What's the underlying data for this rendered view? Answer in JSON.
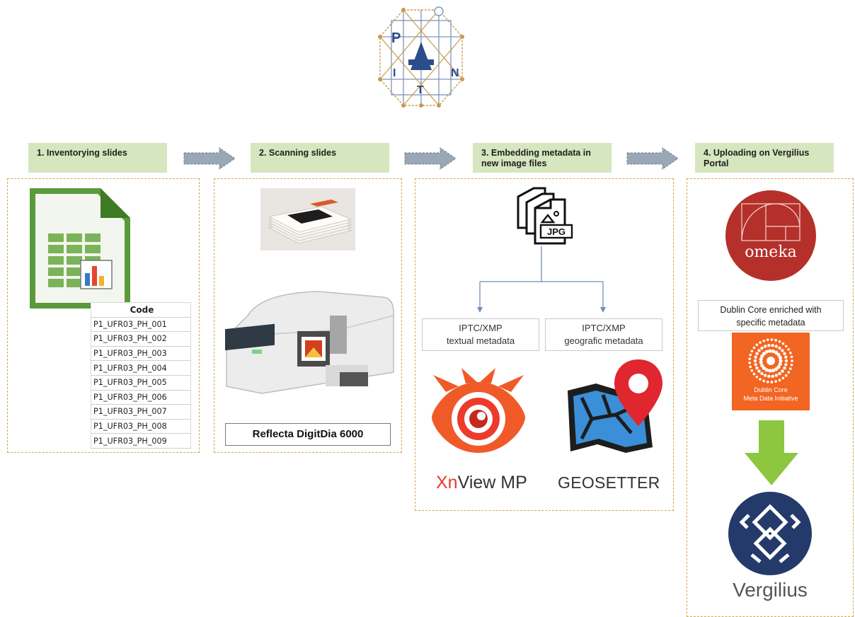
{
  "logo": {
    "letters": [
      "P",
      "I",
      "T",
      "N"
    ]
  },
  "steps": [
    {
      "header": "1.  Inventorying slides"
    },
    {
      "header": "2. Scanning slides"
    },
    {
      "header": "3. Embedding metadata in new image files"
    },
    {
      "header": "4. Uploading on Vergilius Portal"
    }
  ],
  "step1": {
    "table_header": "Code",
    "codes": [
      "P1_UFR03_PH_001",
      "P1_UFR03_PH_002",
      "P1_UFR03_PH_003",
      "P1_UFR03_PH_004",
      "P1_UFR03_PH_005",
      "P1_UFR03_PH_006",
      "P1_UFR03_PH_007",
      "P1_UFR03_PH_008",
      "P1_UFR03_PH_009"
    ]
  },
  "step2": {
    "scanner_label": "Reflecta DigitDia 6000"
  },
  "step3": {
    "file_badge": "JPG",
    "left_box": [
      "IPTC/XMP",
      "textual metadata"
    ],
    "right_box": [
      "IPTC/XMP",
      "geografic metadata"
    ],
    "xnview_prefix": "Xn",
    "xnview_rest": "View MP",
    "geosetter": "GEOSETTER"
  },
  "step4": {
    "omeka": "omeka",
    "dublin_box": [
      "Dublin Core enriched with",
      "specific metadata"
    ],
    "dc_logo": [
      "Dublin Core",
      "Meta Data Initiative"
    ],
    "vergilius": "Vergilius"
  },
  "colors": {
    "header_bg": "#d6e6bf",
    "panel_border": "#d2a84a",
    "arrow": "#9aa7b7",
    "omeka_red": "#b5302a",
    "dc_orange": "#f26522",
    "green_arrow": "#8dc63f",
    "vergilius_navy": "#243a6b",
    "xnview_red": "#e8392d"
  }
}
